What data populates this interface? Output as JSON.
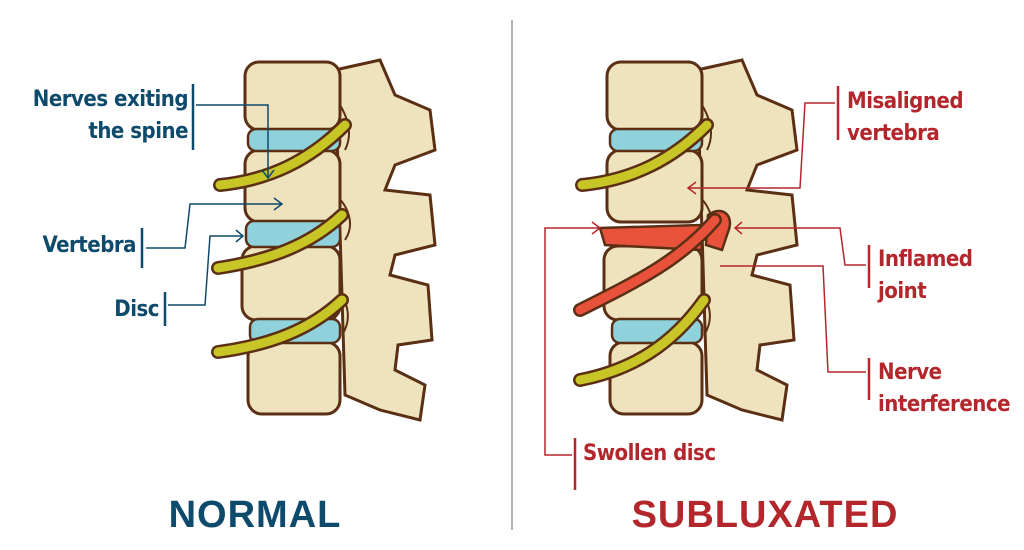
{
  "normal": {
    "title": "NORMAL",
    "labels": {
      "nerves_line1": "Nerves exiting",
      "nerves_line2": "the spine",
      "vertebra": "Vertebra",
      "disc": "Disc"
    }
  },
  "subluxated": {
    "title": "SUBLUXATED",
    "labels": {
      "misaligned_line1": "Misaligned",
      "misaligned_line2": "vertebra",
      "inflamed_line1": "Inflamed",
      "inflamed_line2": "joint",
      "nerve_line1": "Nerve",
      "nerve_line2": "interference",
      "swollen_disc": "Swollen disc"
    }
  },
  "colors": {
    "normal_label": "#0e4a6c",
    "subluxated_label": "#b3262b",
    "bone": "#efe2bf",
    "outline": "#5b2f14",
    "nerve": "#c8c526",
    "disc": "#8fd2dc",
    "inflamed": "#e8523b",
    "divider": "#9a9a9a"
  }
}
